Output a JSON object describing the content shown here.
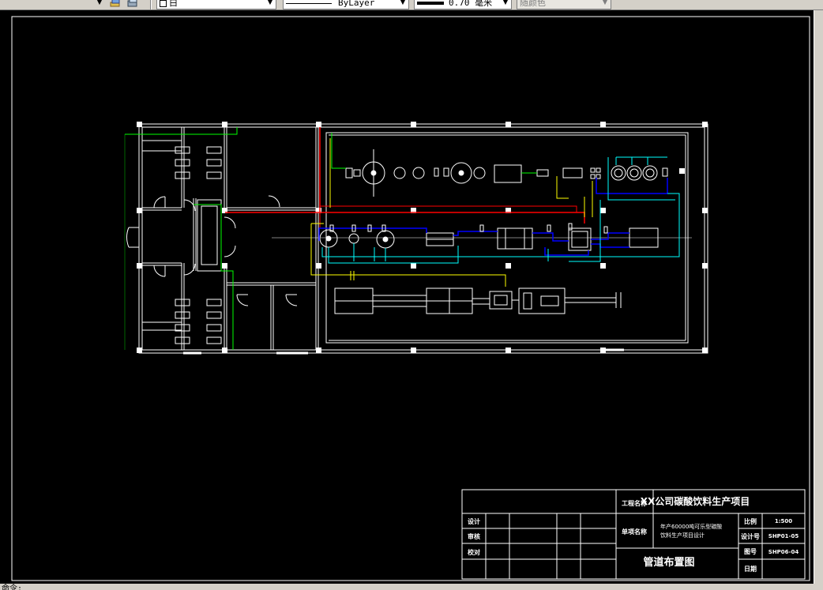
{
  "toolbar": {
    "color_label": "白",
    "linetype_label": "ByLayer",
    "lineweight_label": "0.70 毫米",
    "plotstyle_label": "随颜色"
  },
  "title_block": {
    "project_name_label": "工程名称",
    "project_name": "XX公司碳酸饮料生产项目",
    "item_name_label": "单项名称",
    "item_name_line1": "年产60000吨可乐型碳酸",
    "item_name_line2": "饮料生产项目设计",
    "scale_label": "比例",
    "scale_value": "1:500",
    "design_no_label": "设计号",
    "design_no_value": "SHP01-05",
    "drawing_no_label": "图号",
    "drawing_no_value": "SHP06-04",
    "date_label": "日期",
    "drawing_title": "管道布置图",
    "row_labels": [
      "设计",
      "审核",
      "校对"
    ]
  },
  "command_line": {
    "text": "命令:"
  },
  "colors": {
    "background": "#000000",
    "white": "#ffffff",
    "red": "#ff0000",
    "yellow": "#ffff00",
    "cyan": "#00ffff",
    "blue": "#0000ff",
    "green": "#00ff00"
  }
}
